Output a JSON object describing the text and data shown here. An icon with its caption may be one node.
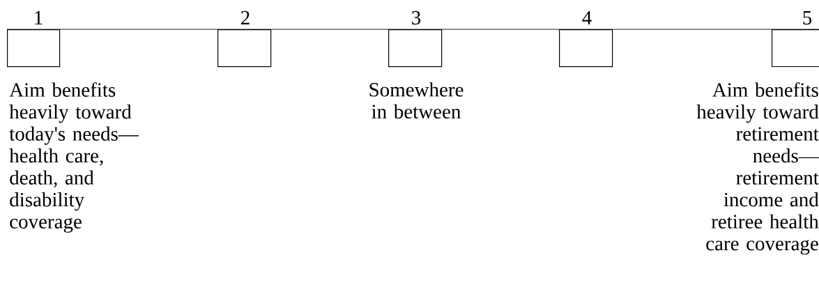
{
  "diagram": {
    "nodes": [
      {
        "text": [],
        "shape": "box",
        "beside": [
          "1",
          "Aim benefits heavily toward today's needs—health care, death, and disability coverage"
        ]
      },
      {
        "text": [],
        "shape": "box",
        "beside": [
          "2"
        ]
      },
      {
        "text": [],
        "shape": "box",
        "beside": [
          "3",
          "Somewhere in between"
        ]
      },
      {
        "text": [],
        "shape": "box",
        "beside": [
          "4"
        ]
      },
      {
        "text": [],
        "shape": "box",
        "beside": [
          "5",
          "Aim benefits heavily toward retirement needs—retirement income and retiree health care coverage"
        ]
      }
    ]
  }
}
